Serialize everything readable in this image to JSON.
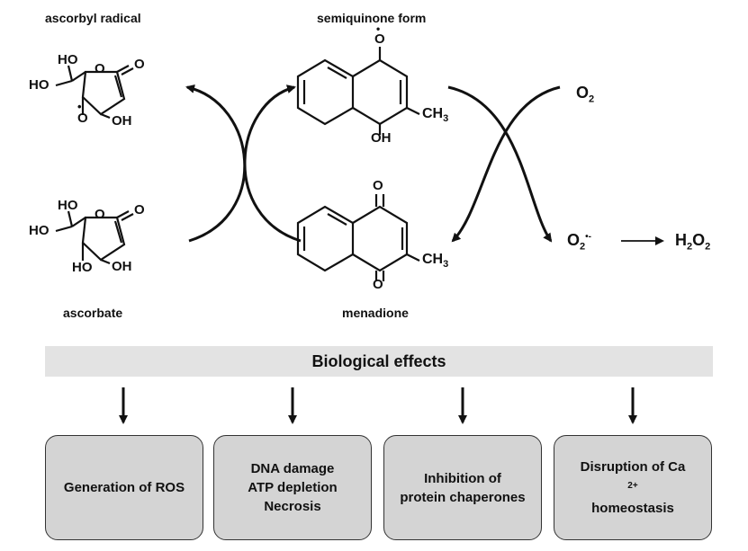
{
  "molecules": {
    "ascorbyl_radical": "ascorbyl radical",
    "semiquinone": "semiquinone form",
    "ascorbate": "ascorbate",
    "menadione": "menadione"
  },
  "atoms": {
    "HO": "HO",
    "OH": "OH",
    "O": "O",
    "CH": "CH",
    "three": "3"
  },
  "species": {
    "oxygen_base": "O",
    "oxygen_sub": "2",
    "superoxide_sup": "•-",
    "h": "H",
    "two": "2"
  },
  "effects": {
    "header": "Biological effects",
    "box1_line1": "Generation of ROS",
    "box2_line1": "DNA damage",
    "box2_line2": "ATP depletion",
    "box2_line3": "Necrosis",
    "box3_line1": "Inhibition of",
    "box3_line2": "protein chaperones",
    "box4_line1_pre": "Disruption of Ca",
    "box4_line1_sup": "2+",
    "box4_line2": "homeostasis"
  },
  "colors": {
    "band": "#e3e3e3",
    "box_fill": "#d4d4d4",
    "stroke": "#111111"
  }
}
